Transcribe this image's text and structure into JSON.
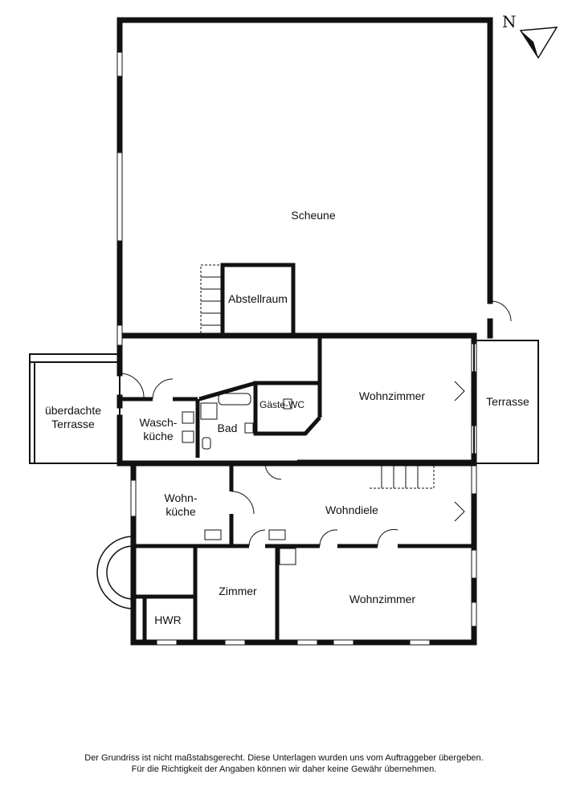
{
  "north_label": "N",
  "rooms": {
    "scheune": "Scheune",
    "abstellraum": "Abstellraum",
    "ueberdachte_terrasse_1": "überdachte",
    "ueberdachte_terrasse_2": "Terrasse",
    "waschkueche_1": "Wasch-",
    "waschkueche_2": "küche",
    "bad": "Bad",
    "gaeste_wc": "Gäste-WC",
    "wohnzimmer_top": "Wohnzimmer",
    "terrasse": "Terrasse",
    "wohnkueche_1": "Wohn-",
    "wohnkueche_2": "küche",
    "wohndiele": "Wohndiele",
    "zimmer": "Zimmer",
    "wohnzimmer_bottom": "Wohnzimmer",
    "hwr": "HWR"
  },
  "disclaimer": {
    "line1": "Der Grundriss ist nicht maßstabsgerecht. Diese Unterlagen wurden uns vom Auftraggeber übergeben.",
    "line2": "Für die Richtigkeit der Angaben können wir daher keine Gewähr übernehmen."
  }
}
